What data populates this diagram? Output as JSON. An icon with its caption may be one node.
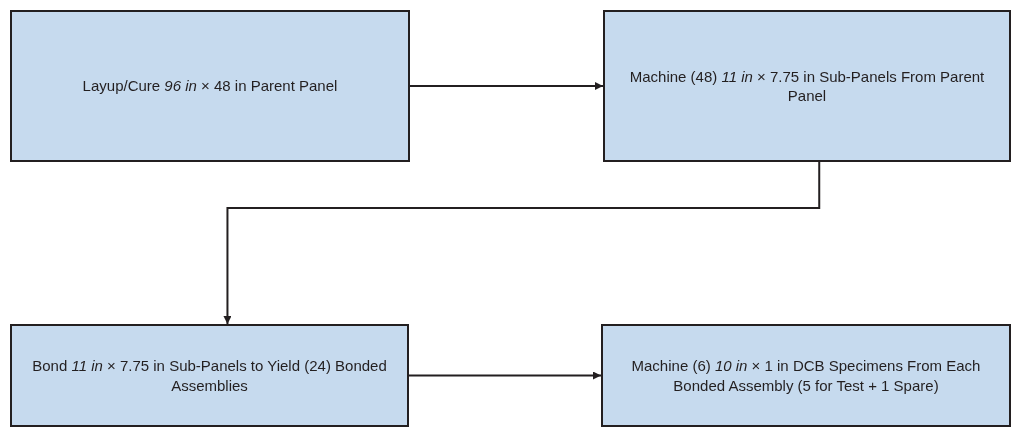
{
  "diagram": {
    "nodes": [
      {
        "text": [
          "Layup/Cure *96 in* × 48 in Parent Panel"
        ]
      },
      {
        "text": [
          "Machine (48) *11 in* × 7.75 in Sub-Panels From Parent Panel"
        ]
      },
      {
        "text": [
          "Bond *11 in* × 7.75 in Sub-Panels to Yield (24) Bonded Assemblies"
        ]
      },
      {
        "text": [
          "Machine (6) *10 in* × 1 in DCB Specimens From Each Bonded Assembly (5 for Test + 1 Spare)"
        ]
      }
    ],
    "edges": [
      {
        "from": 0,
        "to": 1,
        "arrow": "to"
      },
      {
        "from": 1,
        "to": 2,
        "arrow": "to"
      },
      {
        "from": 2,
        "to": 3,
        "arrow": "to"
      }
    ]
  }
}
